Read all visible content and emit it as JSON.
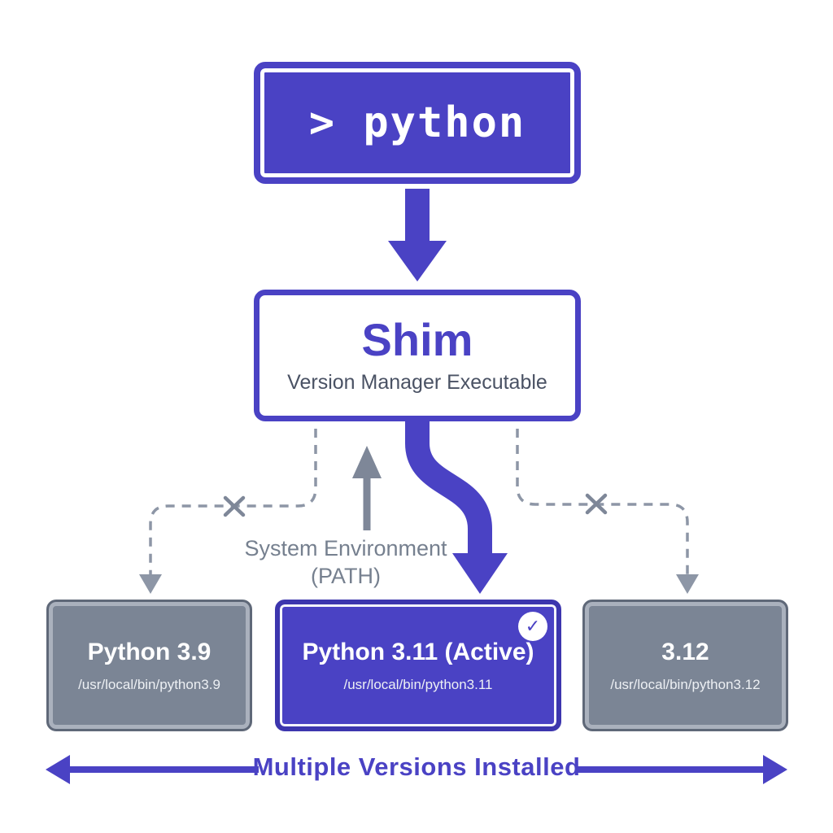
{
  "diagram": {
    "command_box": {
      "label": "> python"
    },
    "shim_box": {
      "title": "Shim",
      "subtitle": "Version Manager Executable"
    },
    "env_label": {
      "line1": "System Environment",
      "line2": "(PATH)"
    },
    "versions": [
      {
        "name": "Python 3.9",
        "path": "/usr/local/bin/python3.9",
        "active": false
      },
      {
        "name": "Python 3.11 (Active)",
        "path": "/usr/local/bin/python3.11",
        "active": true,
        "badge": "✓"
      },
      {
        "name": "3.12",
        "path": "/usr/local/bin/python3.12",
        "active": false
      }
    ],
    "footer_label": "Multiple Versions Installed"
  },
  "colors": {
    "primary": "#4a42c4",
    "slate_box": "#7b8595",
    "connector_gray": "#8d96a6"
  }
}
